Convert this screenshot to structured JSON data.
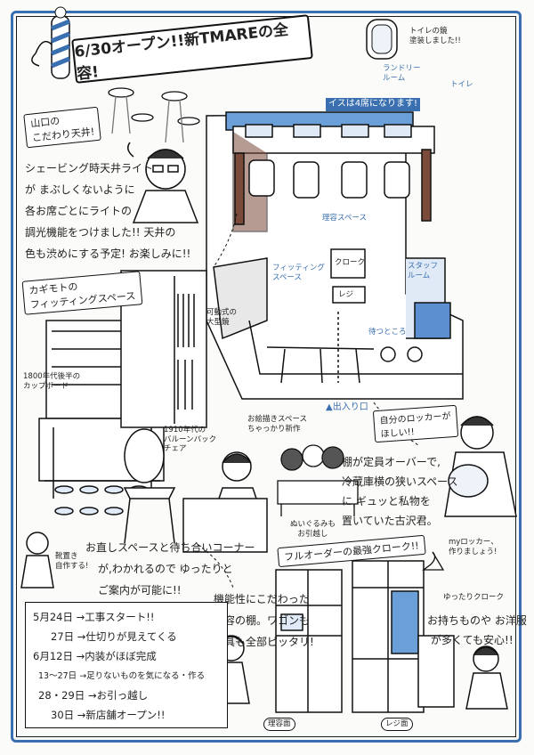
{
  "title": "6/30オープン!!新TMAREの全容!",
  "toilet_mirror": "トイレの鏡\n塗装しました!!",
  "laundry_room": "ランドリー\nルーム",
  "toilet": "トイレ",
  "chairs_note": "イスは4席になります!",
  "ceiling_title": "山口の\nこだわり天井!",
  "ceiling_body": [
    "シェービング時天井ライト",
    "が まぶしくないように",
    "各お席ごとにライトの",
    "調光機能をつけました!! 天井の",
    "色も渋めにする予定! お楽しみに!!"
  ],
  "barber_space": "理容スペース",
  "fitting_label": "カギモトの\nフィッティングスペース",
  "fitting_space": "フィッティング\nスペース",
  "cloak": "クローク",
  "register": "レジ",
  "staff_room": "スタッフ\nルーム",
  "waiting": "待つところ",
  "movable_mirror": "可動式の\n大型鏡",
  "cupboard": "1800年代後半の\nカップボード",
  "drawing_space": "お絵描きスペース\nちゃっかり新作",
  "entrance": "▲出入り口",
  "chair_1910": "1910年代の\nバルーンバック\nチェア",
  "stuffed_toys": "ぬいぐるみも\nお引越し",
  "locker_title": "自分のロッカーが\nほしい!!",
  "locker_body": [
    "棚が定員オーバーで,",
    "冷蔵庫横の狭いスペース",
    "に,ギュッと私物を",
    "置いていた古沢君。"
  ],
  "my_locker": "myロッカー、\n作りましょう!",
  "shoe_rack": "靴置き\n自作する!",
  "waiting_corner": [
    "お直しスペースと待ち合いコーナー",
    "が,わかれるので ゆったりと",
    "ご案内が可能に!!"
  ],
  "cloak_title": "フルオーダーの最強クローク!!",
  "shelf_note": [
    "機能性にこだわった",
    "理容の棚。ワゴンも",
    "道具も全部ピッタリ!"
  ],
  "spacious_cloak": "ゆったりクローク",
  "cloak_note": [
    "お持ちものや お洋服",
    "が多くても安心!!"
  ],
  "barber_side": "理容面",
  "register_side": "レジ面",
  "schedule": [
    {
      "date": "5月24日",
      "text": "→工事スタート!!"
    },
    {
      "date": "27日",
      "text": "→仕切りが見えてくる"
    },
    {
      "date": "6月12日",
      "text": "→内装がほぼ完成"
    },
    {
      "date": "13〜27日",
      "text": "→足りないものを気になる・作る"
    },
    {
      "date": "28・29日",
      "text": "→お引っ越し"
    },
    {
      "date": "30日",
      "text": "→新店舗オープン!!"
    }
  ],
  "colors": {
    "frame": "#3a6fb0",
    "accent_blue": "#4a86c9"
  }
}
